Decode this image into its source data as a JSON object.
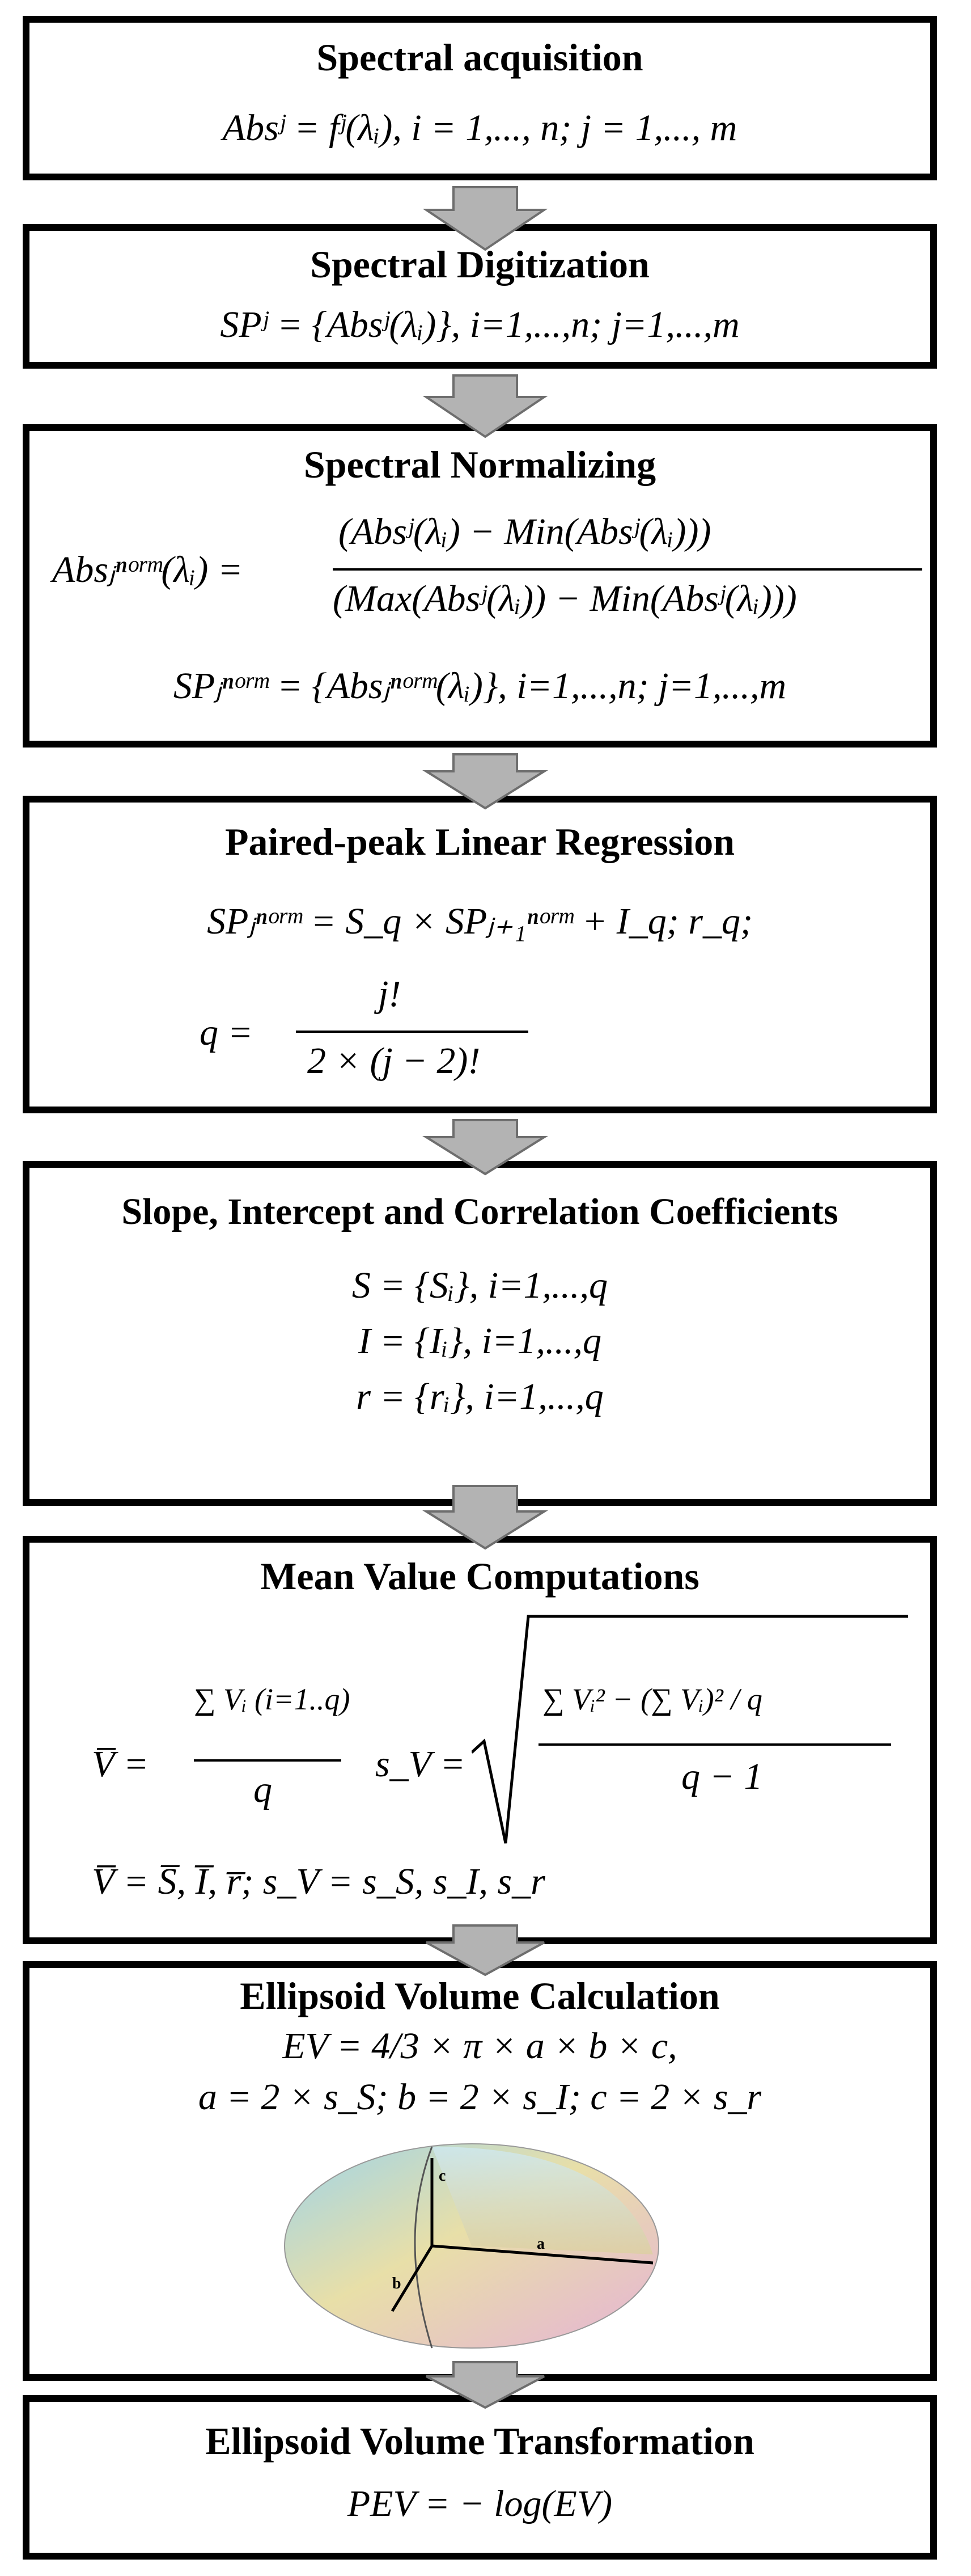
{
  "colors": {
    "border": "#000000",
    "arrow_fill": "#b3b3b3",
    "arrow_stroke": "#6e6e6e"
  },
  "steps": [
    {
      "title": "Spectral acquisition",
      "eq1": "Absʲ = fʲ(λᵢ), i = 1,..., n; j = 1,..., m"
    },
    {
      "title": "Spectral Digitization",
      "eq1": "SPʲ = {Absʲ(λᵢ)},  i=1,...,n; j=1,...,m"
    },
    {
      "title": "Spectral Normalizing",
      "eq1_lhs": "Absⱼⁿᵒʳᵐ(λᵢ) =",
      "eq1_num": "(Absʲ(λᵢ) − Min(Absʲ(λᵢ)))",
      "eq1_den": "(Max(Absʲ(λᵢ)) − Min(Absʲ(λᵢ)))",
      "eq2": "SPⱼⁿᵒʳᵐ = {Absⱼⁿᵒʳᵐ(λᵢ)},  i=1,...,n; j=1,...,m"
    },
    {
      "title": "Paired-peak Linear Regression",
      "eq1": "SPⱼⁿᵒʳᵐ = S_q × SPⱼ₊₁ⁿᵒʳᵐ + I_q;  r_q;",
      "eq2_lhs": "q =",
      "eq2_num": "j!",
      "eq2_den": "2 × (j − 2)!"
    },
    {
      "title": "Slope, Intercept and Correlation Coefficients",
      "eq1": "S = {Sᵢ}, i=1,...,q",
      "eq2": "I = {Iᵢ}, i=1,...,q",
      "eq3": "r = {rᵢ}, i=1,...,q"
    },
    {
      "title": "Mean Value Computations",
      "eq1_lhs": "V̅ =",
      "eq1_num": "∑ Vᵢ  (i=1..q)",
      "eq1_den": "q",
      "eq1_mid": "s_V =",
      "eq1_rnum": "∑ Vᵢ² − (∑ Vᵢ)² / q",
      "eq1_rden": "q − 1",
      "eq2": "V̅ = S̅, I̅, r̅;  s_V = s_S, s_I, s_r"
    },
    {
      "title": "Ellipsoid Volume Calculation",
      "eq1": "EV = 4/3 × π × a × b × c,",
      "eq2": "a = 2 × s_S;  b = 2 × s_I;  c = 2 × s_r",
      "axis_a": "a",
      "axis_b": "b",
      "axis_c": "c"
    },
    {
      "title": "Ellipsoid Volume Transformation",
      "eq1": "PEV = − log(EV)"
    }
  ]
}
